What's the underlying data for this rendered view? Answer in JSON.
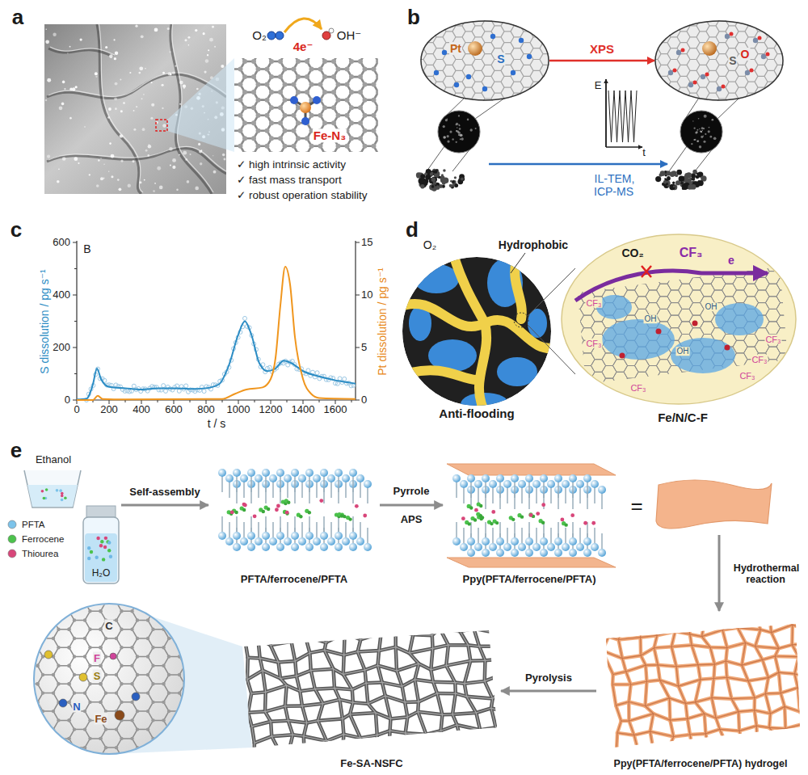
{
  "diagram": {
    "nodes": [
      {
        "text": [
          "Pt",
          "S"
        ]
      },
      {
        "text": [
          "S",
          "O"
        ]
      },
      {
        "text": [
          "Anti-flooding"
        ]
      },
      {
        "text": [
          "Fe/N/C-F",
          "CO₂",
          "CF₃",
          "e",
          "CF₃",
          "CF₃",
          "CF₃",
          "CF₃",
          "CF₃",
          "CF₃",
          "OH",
          "OH",
          "OH"
        ]
      },
      {
        "text": [
          "H₂O"
        ]
      },
      {
        "text": [
          "PFTA/ferrocene/PFTA"
        ]
      },
      {
        "text": [
          "Ppy(PFTA/ferrocene/PFTA)"
        ]
      },
      {
        "text": [
          "Ppy(PFTA/ferrocene/PFTA) hydrogel"
        ]
      },
      {
        "text": [
          "Fe-SA-NSFC"
        ]
      },
      {
        "text": [
          "C",
          "F",
          "S",
          "N",
          "Fe"
        ]
      }
    ],
    "edges": [
      {
        "from": 0,
        "to": 1,
        "arrow": "to",
        "label": "XPS"
      },
      {
        "from": 4,
        "to": 5,
        "arrow": "to",
        "label": "Self-assembly"
      },
      {
        "from": 5,
        "to": 6,
        "arrow": "to",
        "label": "Pyrrole"
      },
      {
        "from": 7,
        "to": 8,
        "arrow": "to",
        "label": "Pyrolysis"
      }
    ],
    "labels": [
      "a",
      "O₂",
      "4e⁻",
      "OH⁻",
      "Fe-N₃",
      "✓ high intrinsic activity",
      "✓ fast mass transport",
      "✓ robust operation stability",
      "b",
      "E",
      "t",
      "IL-TEM, ICP-MS",
      "c",
      "B",
      "0",
      "200",
      "400",
      "600",
      "0",
      "200",
      "400",
      "600",
      "800",
      "1000",
      "1200",
      "1400",
      "1600",
      "0",
      "5",
      "10",
      "15",
      "S dissolution / pg s⁻¹",
      "Pt dissolution / pg s⁻¹",
      "t / s",
      "d",
      "O₂",
      "Hydrophobic",
      "e",
      "Ethanol",
      "APS",
      "=",
      "Hydrothermal reaction"
    ],
    "legend": [
      {
        "text": "PFTA",
        "color": "#7cc3ea"
      },
      {
        "text": "Ferrocene",
        "color": "#4cc24c"
      },
      {
        "text": "Thiourea",
        "color": "#d8467a"
      }
    ]
  }
}
